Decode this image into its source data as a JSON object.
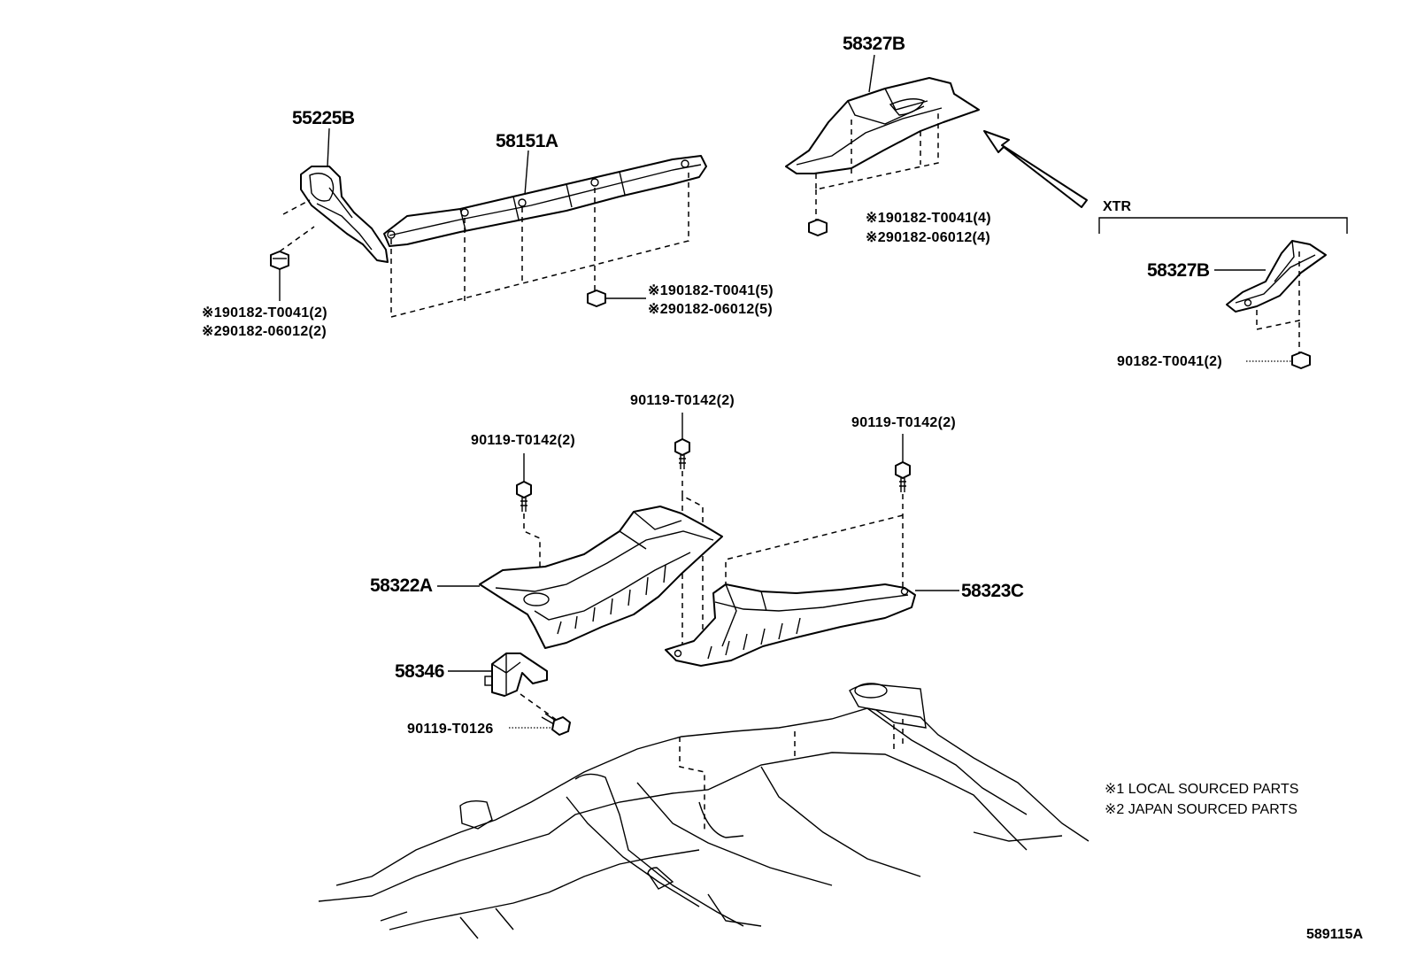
{
  "labels": {
    "p55225B": "55225B",
    "p58151A": "58151A",
    "p58327B_top": "58327B",
    "p58327B_xtr": "58327B",
    "p58322A": "58322A",
    "p58323C": "58323C",
    "p58346": "58346",
    "xtr": "XTR",
    "n_left_1": "※190182-T0041(2)",
    "n_left_2": "※290182-06012(2)",
    "n_mid_1": "※190182-T0041(5)",
    "n_mid_2": "※290182-06012(5)",
    "n_right_1": "※190182-T0041(4)",
    "n_right_2": "※290182-06012(4)",
    "n_xtr": "90182-T0041(2)",
    "b_left": "90119-T0142(2)",
    "b_center": "90119-T0142(2)",
    "b_right": "90119-T0142(2)",
    "b_bracket": "90119-T0126"
  },
  "notes": {
    "line1": "※1 LOCAL SOURCED PARTS",
    "line2": "※2 JAPAN SOURCED PARTS"
  },
  "reference": "589115A"
}
